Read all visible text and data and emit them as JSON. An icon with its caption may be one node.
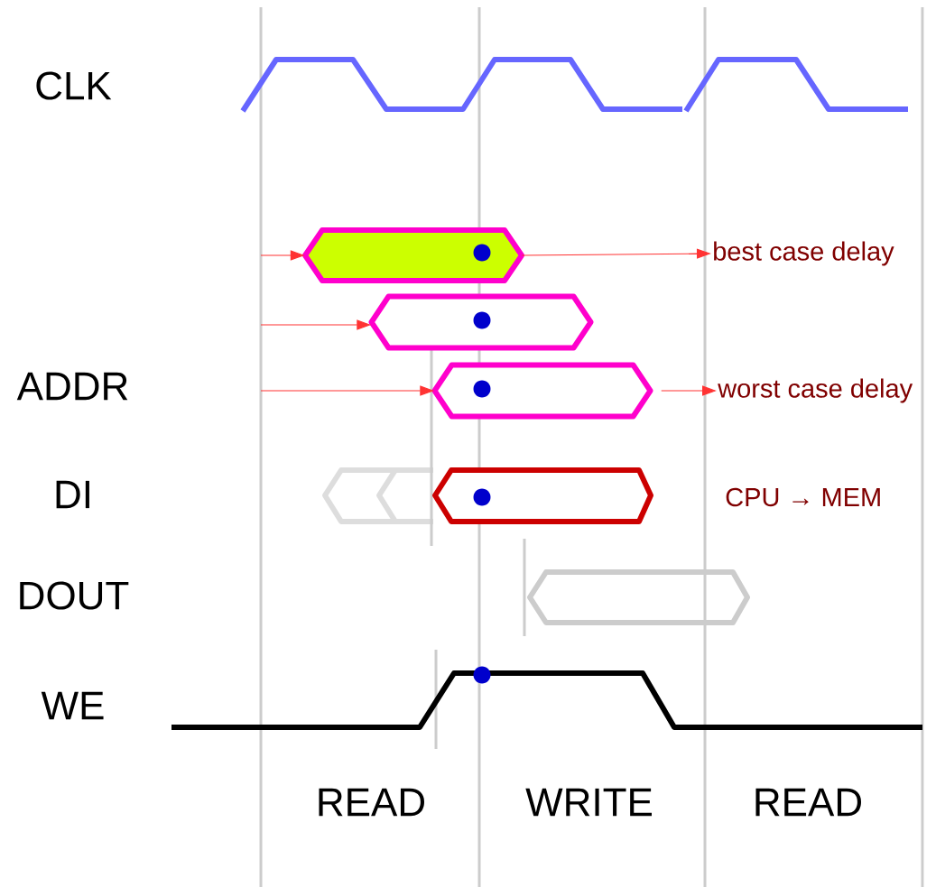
{
  "diagram": {
    "nodes": [
      {
        "text": [],
        "shape": "hexagon"
      },
      {
        "text": [
          "best case delay"
        ]
      },
      {
        "text": [],
        "shape": "hexagon"
      },
      {
        "text": [],
        "shape": "hexagon"
      },
      {
        "text": [
          "worst case delay"
        ]
      }
    ],
    "edges": [
      {
        "from": null,
        "to": 0,
        "arrow": "to"
      },
      {
        "from": 0,
        "to": 1,
        "arrow": "to"
      },
      {
        "from": null,
        "to": 2,
        "arrow": "to"
      },
      {
        "from": null,
        "to": 3,
        "arrow": "to"
      },
      {
        "from": 3,
        "to": 4,
        "arrow": "to"
      }
    ],
    "labels": [
      "CLK",
      "ADDR",
      "DI",
      "CPU → MEM",
      "DOUT",
      "WE",
      "READ",
      "WRITE",
      "READ"
    ]
  }
}
